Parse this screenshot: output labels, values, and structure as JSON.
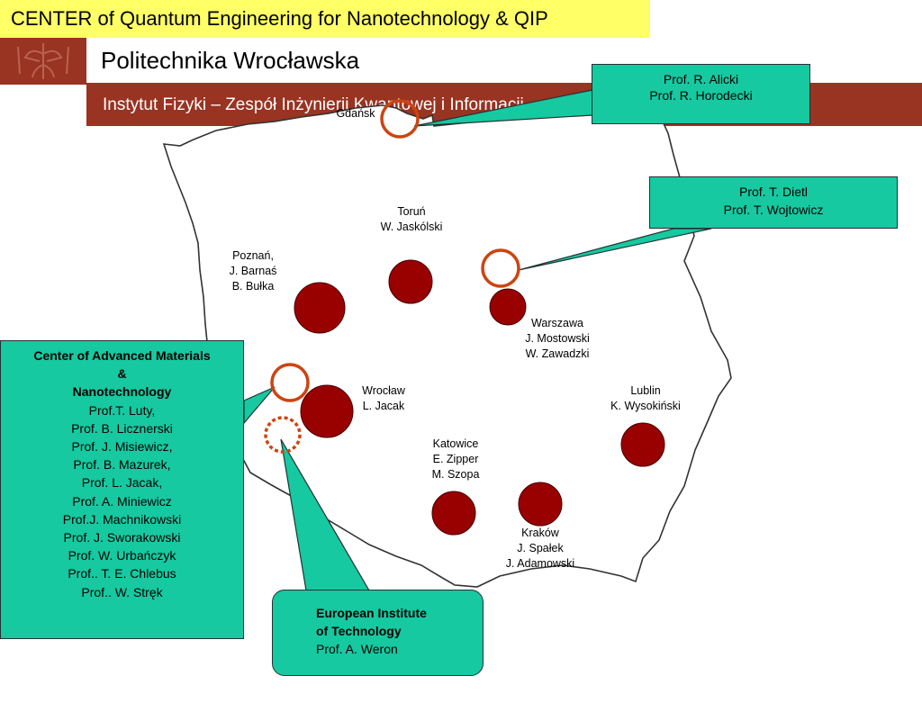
{
  "header": {
    "title": "CENTER of  Quantum Engineering for Nanotechnology & QIP",
    "university": "Politechnika Wrocławska",
    "institute": "Instytut Fizyki – Zespół Inżynierii Kwantowej i Informacji"
  },
  "colors": {
    "title_bg": "#ffff66",
    "brand_red": "#993322",
    "callout_green": "#16c9a0",
    "center_dot": "#990000",
    "ring_orange": "#cc4411"
  },
  "cities": {
    "gdansk": {
      "name": "Gdańsk"
    },
    "torun": {
      "name": "Toruń",
      "people": [
        "W. Jaskólski"
      ]
    },
    "poznan": {
      "name": "Poznań,",
      "people": [
        "J. Barnaś",
        "B. Bułka"
      ]
    },
    "warszawa": {
      "name": "Warszawa",
      "people": [
        "J. Mostowski",
        "W. Zawadzki"
      ]
    },
    "wroclaw": {
      "name": "Wrocław",
      "people": [
        "L. Jacak"
      ]
    },
    "lublin": {
      "name": "Lublin",
      "people": [
        "K. Wysokiński"
      ]
    },
    "katowice": {
      "name": "Katowice",
      "people": [
        "E. Zipper",
        "M. Szopa"
      ]
    },
    "krakow": {
      "name": "Kraków",
      "people": [
        "J. Spałek",
        "J. Adamowski"
      ]
    }
  },
  "callouts": {
    "gdansk_box": [
      "Prof. R. Alicki",
      "Prof. R. Horodecki"
    ],
    "warsaw_box": [
      "Prof. T. Dietl",
      "Prof. T. Wojtowicz"
    ],
    "camn": {
      "title_lines": [
        "Center of Advanced Materials",
        "&",
        "Nanotechnology"
      ],
      "people": [
        "Prof.T. Luty,",
        "Prof. B. Licznerski",
        "Prof. J. Misiewicz,",
        "Prof. B. Mazurek,",
        "Prof. L. Jacak,",
        "Prof. A. Miniewicz",
        "Prof.J. Machnikowski",
        "Prof. J. Sworakowski",
        "Prof. W. Urbańczyk",
        "Prof.. T. E. Chlebus",
        "Prof.. W. Stręk"
      ]
    },
    "eit": {
      "title_lines": [
        "European Institute",
        "of Technology"
      ],
      "person": "Prof. A. Weron"
    }
  }
}
